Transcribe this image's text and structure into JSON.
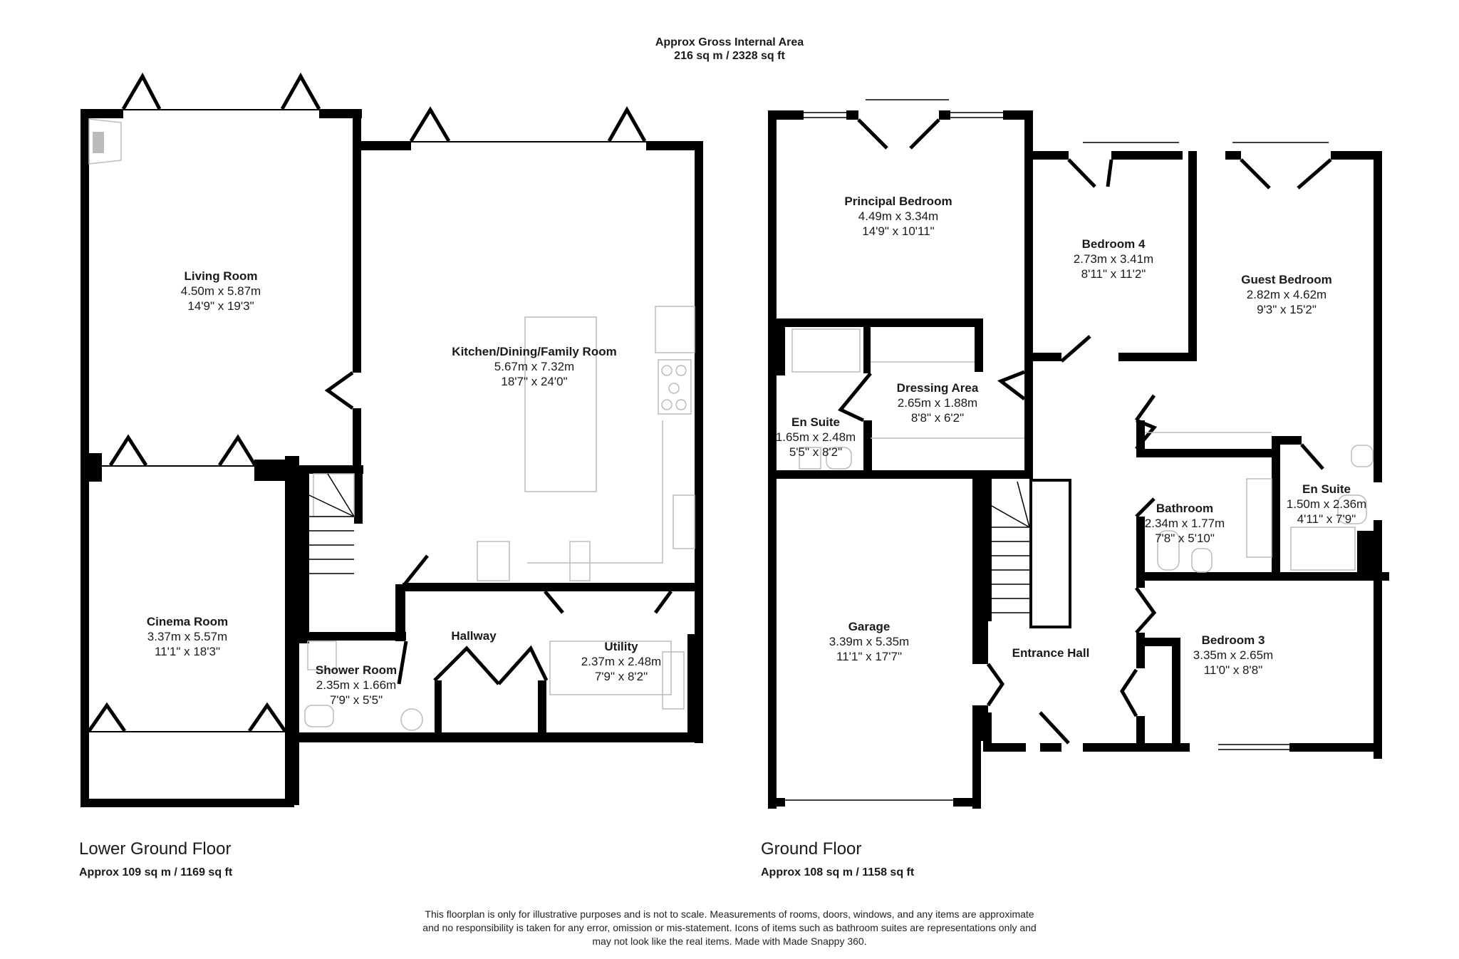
{
  "header": {
    "gia_title": "Approx Gross Internal Area",
    "gia_value": "216 sq m / 2328 sq ft"
  },
  "floors": [
    {
      "name": "Lower Ground Floor",
      "area": "Approx 109 sq m / 1169 sq ft",
      "rooms": [
        {
          "name": "Living Room",
          "metric": "4.50m x 5.87m",
          "imperial": "14'9\" x 19'3\""
        },
        {
          "name": "Kitchen/Dining/Family Room",
          "metric": "5.67m x 7.32m",
          "imperial": "18'7\" x 24'0\""
        },
        {
          "name": "Cinema Room",
          "metric": "3.37m x 5.57m",
          "imperial": "11'1\" x 18'3\""
        },
        {
          "name": "Hallway",
          "metric": "",
          "imperial": ""
        },
        {
          "name": "Shower Room",
          "metric": "2.35m x 1.66m",
          "imperial": "7'9\" x 5'5\""
        },
        {
          "name": "Utility",
          "metric": "2.37m x 2.48m",
          "imperial": "7'9\" x 8'2\""
        }
      ]
    },
    {
      "name": "Ground Floor",
      "area": "Approx 108 sq m / 1158 sq ft",
      "rooms": [
        {
          "name": "Principal Bedroom",
          "metric": "4.49m x 3.34m",
          "imperial": "14'9\" x 10'11\""
        },
        {
          "name": "Bedroom 4",
          "metric": "2.73m x 3.41m",
          "imperial": "8'11\" x 11'2\""
        },
        {
          "name": "Guest Bedroom",
          "metric": "2.82m x 4.62m",
          "imperial": "9'3\" x 15'2\""
        },
        {
          "name": "Dressing Area",
          "metric": "2.65m x 1.88m",
          "imperial": "8'8\" x 6'2\""
        },
        {
          "name": "En Suite",
          "metric": "1.65m x 2.48m",
          "imperial": "5'5\" x 8'2\""
        },
        {
          "name": "Bathroom",
          "metric": "2.34m x 1.77m",
          "imperial": "7'8\" x 5'10\""
        },
        {
          "name": "En Suite",
          "metric": "1.50m x 2.36m",
          "imperial": "4'11\" x 7'9\""
        },
        {
          "name": "Garage",
          "metric": "3.39m x 5.35m",
          "imperial": "11'1\" x 17'7\""
        },
        {
          "name": "Entrance Hall",
          "metric": "",
          "imperial": ""
        },
        {
          "name": "Bedroom 3",
          "metric": "3.35m x 2.65m",
          "imperial": "11'0\" x 8'8\""
        }
      ]
    }
  ],
  "disclaimer": {
    "line1": "This floorplan is only for illustrative purposes and is not to scale. Measurements of rooms, doors, windows, and any items are approximate",
    "line2": "and no responsibility is taken for any error, omission or mis-statement. Icons of items such as bathroom suites are representations only and",
    "line3": "may not look like the real items. Made with Made Snappy 360."
  },
  "colors": {
    "wall": "#000000",
    "fixture": "#bbbbbb",
    "background": "#ffffff"
  }
}
